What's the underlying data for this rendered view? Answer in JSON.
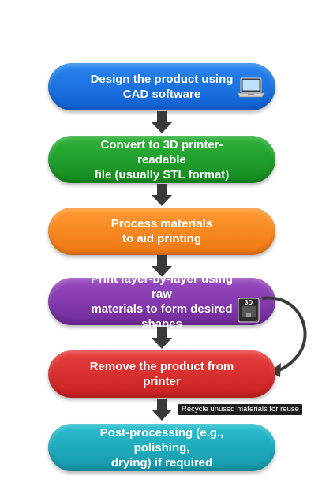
{
  "steps": [
    {
      "line1": "Design the product using",
      "line2": "CAD software"
    },
    {
      "line1": "Convert to 3D printer-readable",
      "line2": "file (usually STL format)"
    },
    {
      "line1": "Process materials",
      "line2": "to aid printing"
    },
    {
      "line1": "Print layer-by-layer using raw",
      "line2": "materials to form desired",
      "line3": "shapes"
    },
    {
      "line1": "Remove the product from",
      "line2": "printer"
    },
    {
      "line1": "Post-processing (e.g., polishing,",
      "line2": "drying) if required"
    }
  ],
  "printer_icon_label": "3D",
  "recycle_label": "Recycle unused materials for reuse",
  "colors": {
    "step1": "#1a6fe0",
    "step2": "#1f9e2c",
    "step3": "#f7861f",
    "step4": "#843aae",
    "step5": "#d9302e",
    "step6": "#20aebf",
    "arrow": "#3a3a3a"
  },
  "icons": [
    "laptop-icon",
    "3d-printer-icon"
  ]
}
